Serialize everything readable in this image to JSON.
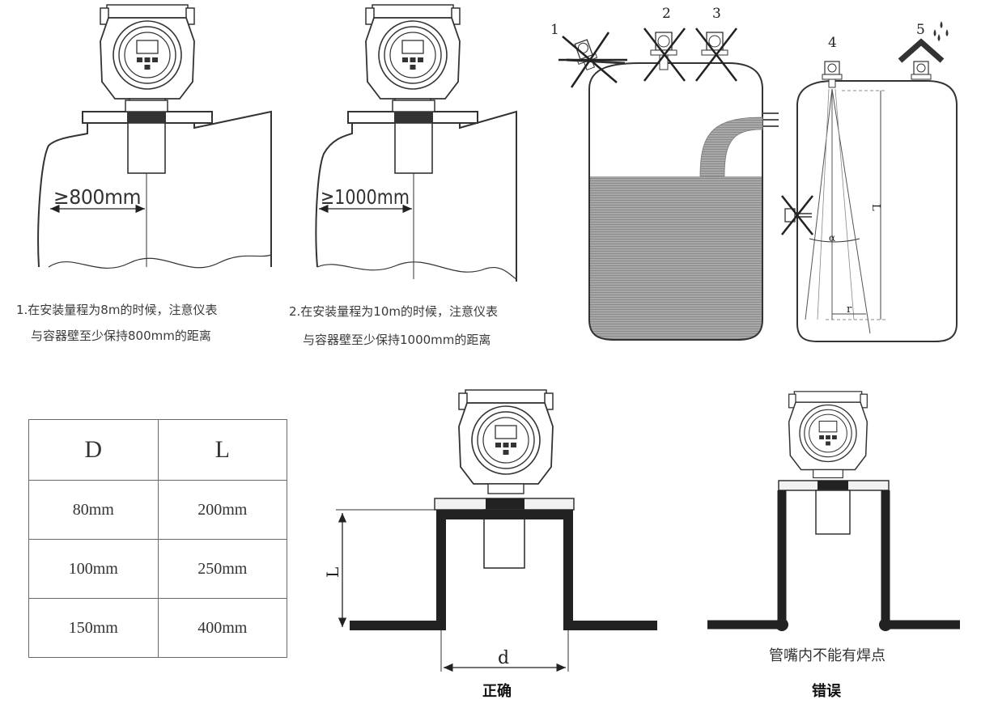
{
  "fig1": {
    "dimension": "≥800mm",
    "caption_line1": "1.在安装量程为8m的时候，注意仪表",
    "caption_line2": "与容器壁至少保持800mm的距离"
  },
  "fig2": {
    "dimension": "≥1000mm",
    "caption_line1": "2.在安装量程为10m的时候，注意仪表",
    "caption_line2": "与容器壁至少保持1000mm的距离"
  },
  "tank_labels": [
    "1",
    "2",
    "3",
    "4",
    "5"
  ],
  "beam_labels": {
    "length": "L",
    "angle": "α",
    "radius": "r"
  },
  "table": {
    "headers": [
      "D",
      "L"
    ],
    "rows": [
      [
        "80mm",
        "200mm"
      ],
      [
        "100mm",
        "250mm"
      ],
      [
        "150mm",
        "400mm"
      ]
    ]
  },
  "correct": {
    "dim_l": "L",
    "dim_d": "d",
    "label": "正确"
  },
  "wrong": {
    "note": "管嘴内不能有焊点",
    "label": "错误"
  },
  "icons": [
    "sensor-head-icon",
    "cross-mark-icon",
    "water-drops-icon",
    "roof-shield-icon",
    "arrow-icon"
  ]
}
